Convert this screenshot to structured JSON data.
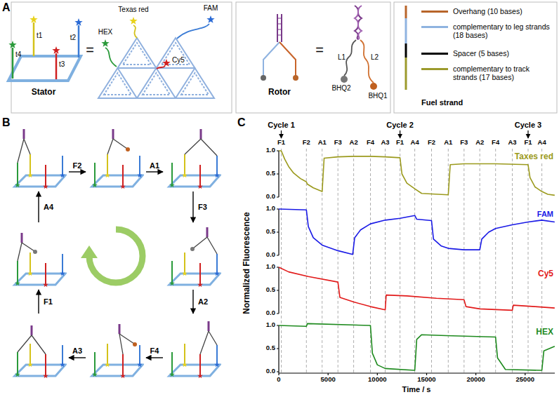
{
  "diagram": {
    "labels": [
      "A",
      "Stator",
      "=",
      "t1",
      "t2",
      "t4",
      "t3",
      "Texas red",
      "FAM",
      "HEX",
      "Cy5",
      "Rotor",
      "=",
      "L1",
      "L2",
      "BHQ2",
      "BHQ1",
      "Fuel strand",
      "B",
      "F2",
      "A1",
      "F3",
      "A2",
      "F4",
      "A3",
      "F1",
      "A4",
      "C",
      "Cycle 1",
      "Cycle 2",
      "Cycle 3",
      "F1",
      "F2",
      "A1",
      "F3",
      "A2",
      "F4",
      "A3",
      "F1",
      "A4",
      "F2",
      "A1",
      "F3",
      "A2",
      "F4",
      "A3",
      "F1",
      "A4",
      "Taxes red",
      "FAM",
      "Cy5",
      "HEX",
      "Normalized Fluorescence",
      "1.0",
      "0.5",
      "0.0",
      "1.0",
      "0.5",
      "0.0",
      "1.0",
      "0.5",
      "0.0",
      "1.0",
      "0.5",
      "0.0",
      "0",
      "5000",
      "10000",
      "15000",
      "20000",
      "25000",
      "Time / s"
    ],
    "legend": [
      {
        "text": "Overhang (10 bases)",
        "color": "#b8652a"
      },
      {
        "text": "complementary to leg strands (18 bases)",
        "color": "#8fb3e0"
      },
      {
        "text": "Spacer (5 bases)",
        "color": "#000000"
      },
      {
        "text": "complementary to track strands (17 bases)",
        "color": "#9c9a2c"
      }
    ]
  }
}
